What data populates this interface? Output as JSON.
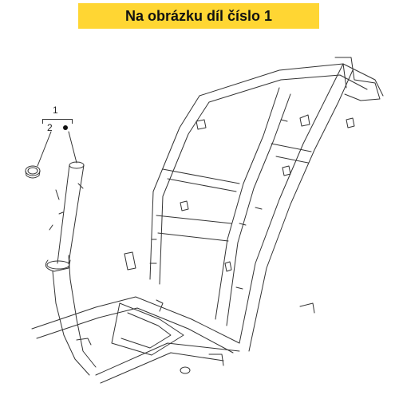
{
  "banner": {
    "text": "Na obrázku díl číslo 1"
  },
  "callouts": {
    "part1": "1",
    "part2": "2"
  },
  "colors": {
    "banner_bg": "#ffd633",
    "line": "#333333"
  }
}
